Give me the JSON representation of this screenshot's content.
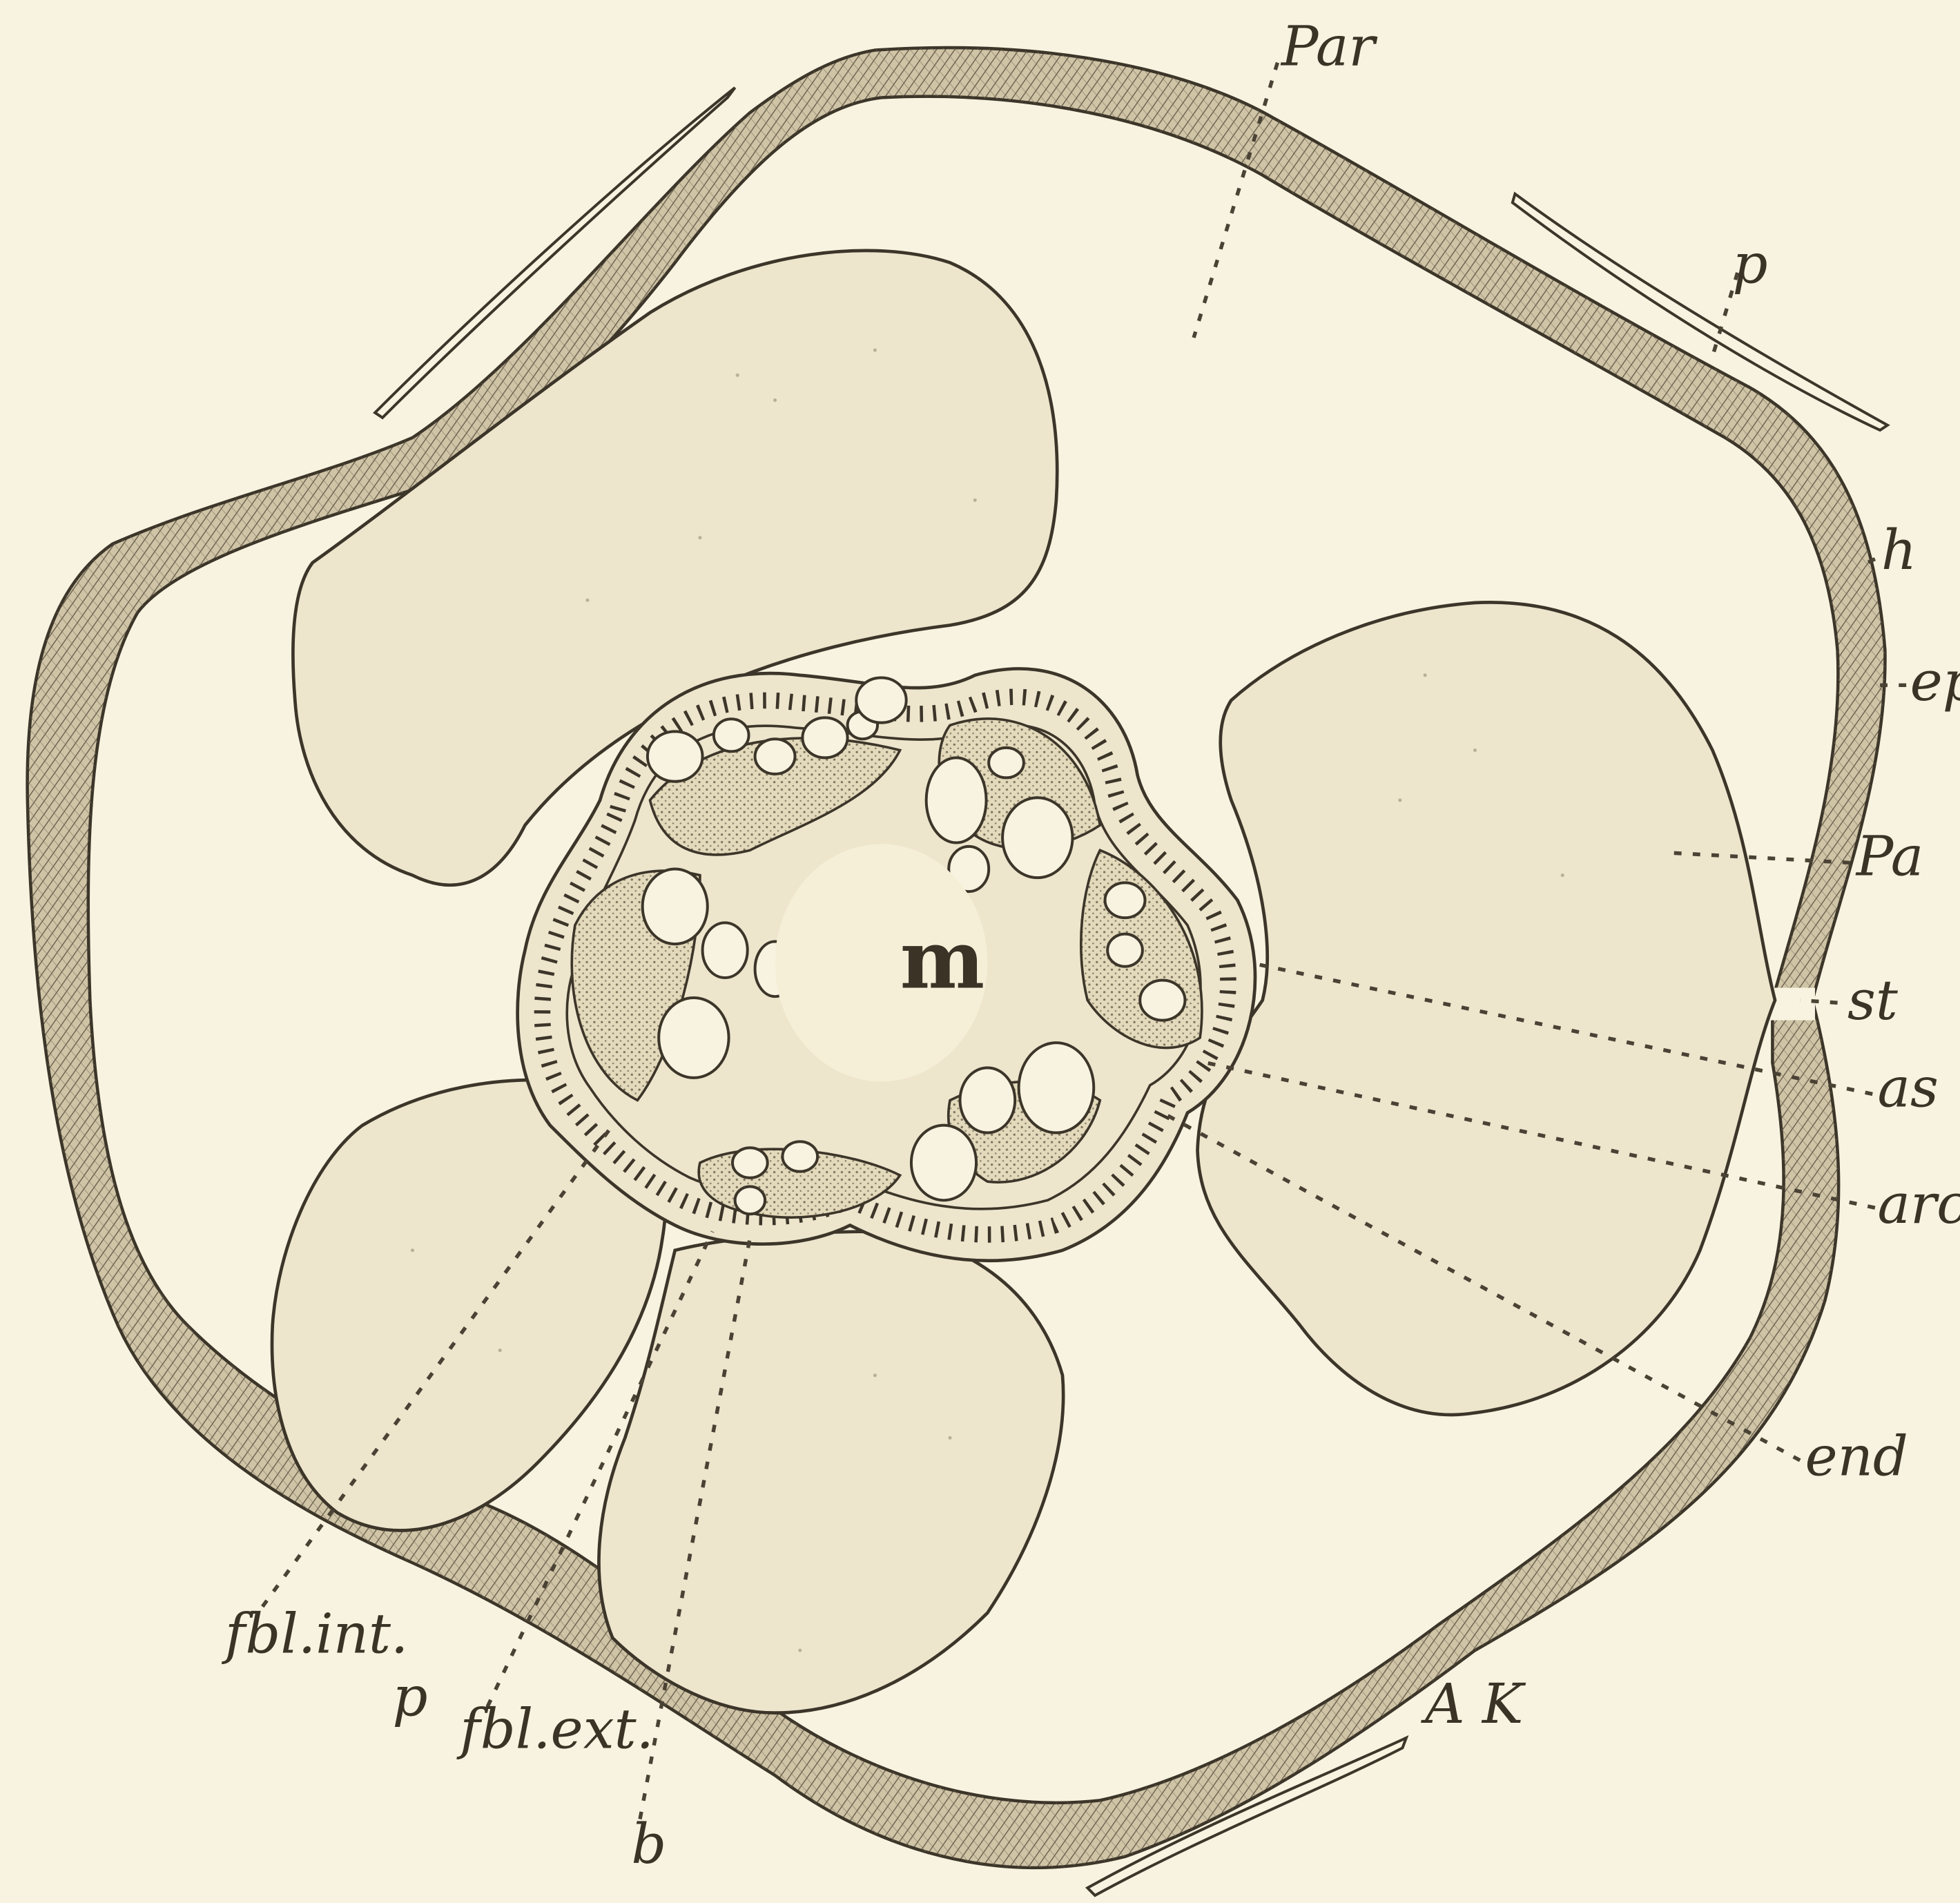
{
  "labels": {
    "par": "Par",
    "p_top": "p",
    "h": "h",
    "ep": "ep",
    "pa": "Pa",
    "st": "st",
    "as": "as",
    "arc": "arc",
    "end": "end",
    "m": "m",
    "fbl_int": "fbl.int.",
    "fbl_ext": "fbl.ext.",
    "b": "b",
    "p_bottom": "p",
    "ak": "A K"
  },
  "colors": {
    "paper": "#f8f3e0",
    "ink": "#3c3529",
    "cortex_fill": "#b7ab8f",
    "tissue_fill": "#ede5cc",
    "stipple": "#7a705c"
  }
}
